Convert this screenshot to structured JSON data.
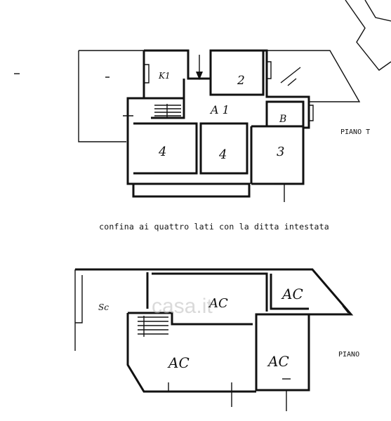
{
  "watermark": "casa.it",
  "note": "confina ai quattro lati con la ditta intestata",
  "upper_floor": {
    "level_label": "PIANO T",
    "rooms": [
      {
        "key": "k1",
        "label": "K1"
      },
      {
        "key": "r2",
        "label": "2"
      },
      {
        "key": "a1",
        "label": "A 1"
      },
      {
        "key": "b",
        "label": "B"
      },
      {
        "key": "r4a",
        "label": "4"
      },
      {
        "key": "r4b",
        "label": "4"
      },
      {
        "key": "r3",
        "label": "3"
      }
    ]
  },
  "lower_floor": {
    "level_label": "PIANO",
    "rooms": [
      {
        "key": "sc",
        "label": "Sc"
      },
      {
        "key": "ac_top",
        "label": "AC"
      },
      {
        "key": "ac_right",
        "label": "AC"
      },
      {
        "key": "ac_bl",
        "label": "AC"
      },
      {
        "key": "ac_br",
        "label": "AC"
      }
    ]
  }
}
